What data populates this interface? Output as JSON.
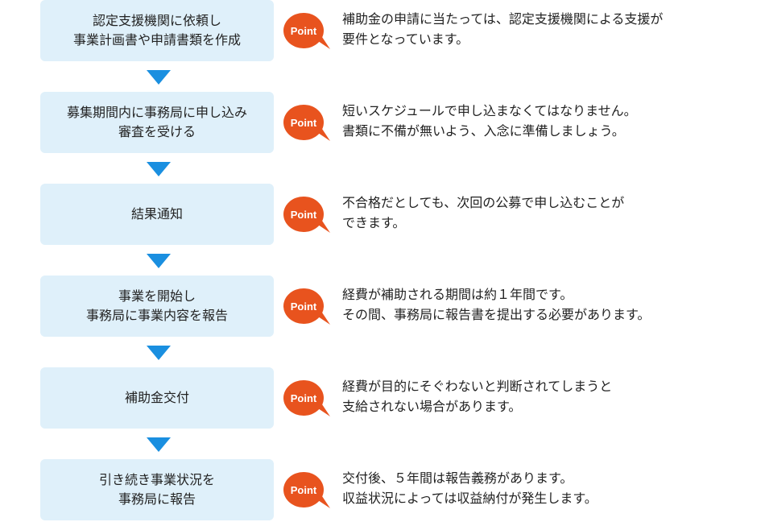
{
  "colors": {
    "box": "#dff0fa",
    "arrow": "#1a8fe0",
    "badge": "#e8531e"
  },
  "badge_label": "Point",
  "steps": [
    {
      "lines": [
        "認定支援機関に依頼し",
        "事業計画書や申請書類を作成"
      ],
      "note": [
        "補助金の申請に当たっては、認定支援機関による支援が",
        "要件となっています。"
      ]
    },
    {
      "lines": [
        "募集期間内に事務局に申し込み",
        "審査を受ける"
      ],
      "note": [
        "短いスケジュールで申し込まなくてはなりません。",
        "書類に不備が無いよう、入念に準備しましょう。"
      ]
    },
    {
      "lines": [
        "結果通知"
      ],
      "note": [
        "不合格だとしても、次回の公募で申し込むことが",
        "できます。"
      ]
    },
    {
      "lines": [
        "事業を開始し",
        "事務局に事業内容を報告"
      ],
      "note": [
        "経費が補助される期間は約１年間です。",
        "その間、事務局に報告書を提出する必要があります。"
      ]
    },
    {
      "lines": [
        "補助金交付"
      ],
      "note": [
        "経費が目的にそぐわないと判断されてしまうと",
        "支給されない場合があります。"
      ]
    },
    {
      "lines": [
        "引き続き事業状況を",
        "事務局に報告"
      ],
      "note": [
        "交付後、５年間は報告義務があります。",
        "収益状況によっては収益納付が発生します。"
      ]
    }
  ]
}
